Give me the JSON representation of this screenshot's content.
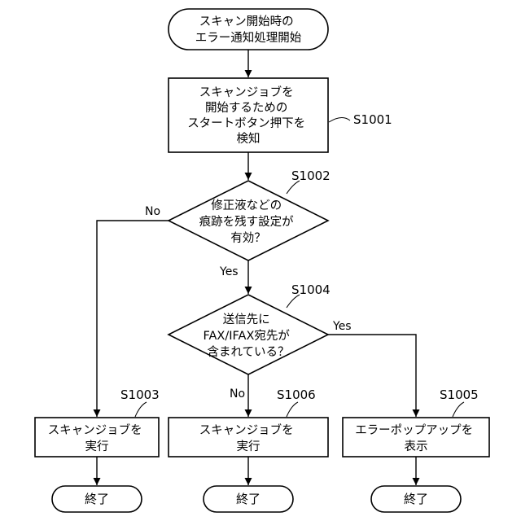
{
  "nodes": {
    "start": {
      "lines": [
        "スキャン開始時の",
        "エラー通知処理開始"
      ]
    },
    "s1001": {
      "lines": [
        "スキャンジョブを",
        "開始するための",
        "スタートボタン押下を",
        "検知"
      ]
    },
    "s1002": {
      "lines": [
        "修正液などの",
        "痕跡を残す設定が",
        "有効？"
      ]
    },
    "s1004": {
      "lines": [
        "送信先に",
        "FAX/IFAX宛先が",
        "含まれている？"
      ]
    },
    "s1003": {
      "lines": [
        "スキャンジョブを",
        "実行"
      ]
    },
    "s1006": {
      "lines": [
        "スキャンジョブを",
        "実行"
      ]
    },
    "s1005": {
      "lines": [
        "エラーポップアップを",
        "表示"
      ]
    },
    "end_left": {
      "lines": [
        "終了"
      ]
    },
    "end_mid": {
      "lines": [
        "終了"
      ]
    },
    "end_right": {
      "lines": [
        "終了"
      ]
    }
  },
  "step_labels": {
    "s1001": "S1001",
    "s1002": "S1002",
    "s1003": "S1003",
    "s1004": "S1004",
    "s1005": "S1005",
    "s1006": "S1006"
  },
  "branch_labels": {
    "s1002_no": "No",
    "s1002_yes": "Yes",
    "s1004_yes": "Yes",
    "s1004_no": "No"
  }
}
